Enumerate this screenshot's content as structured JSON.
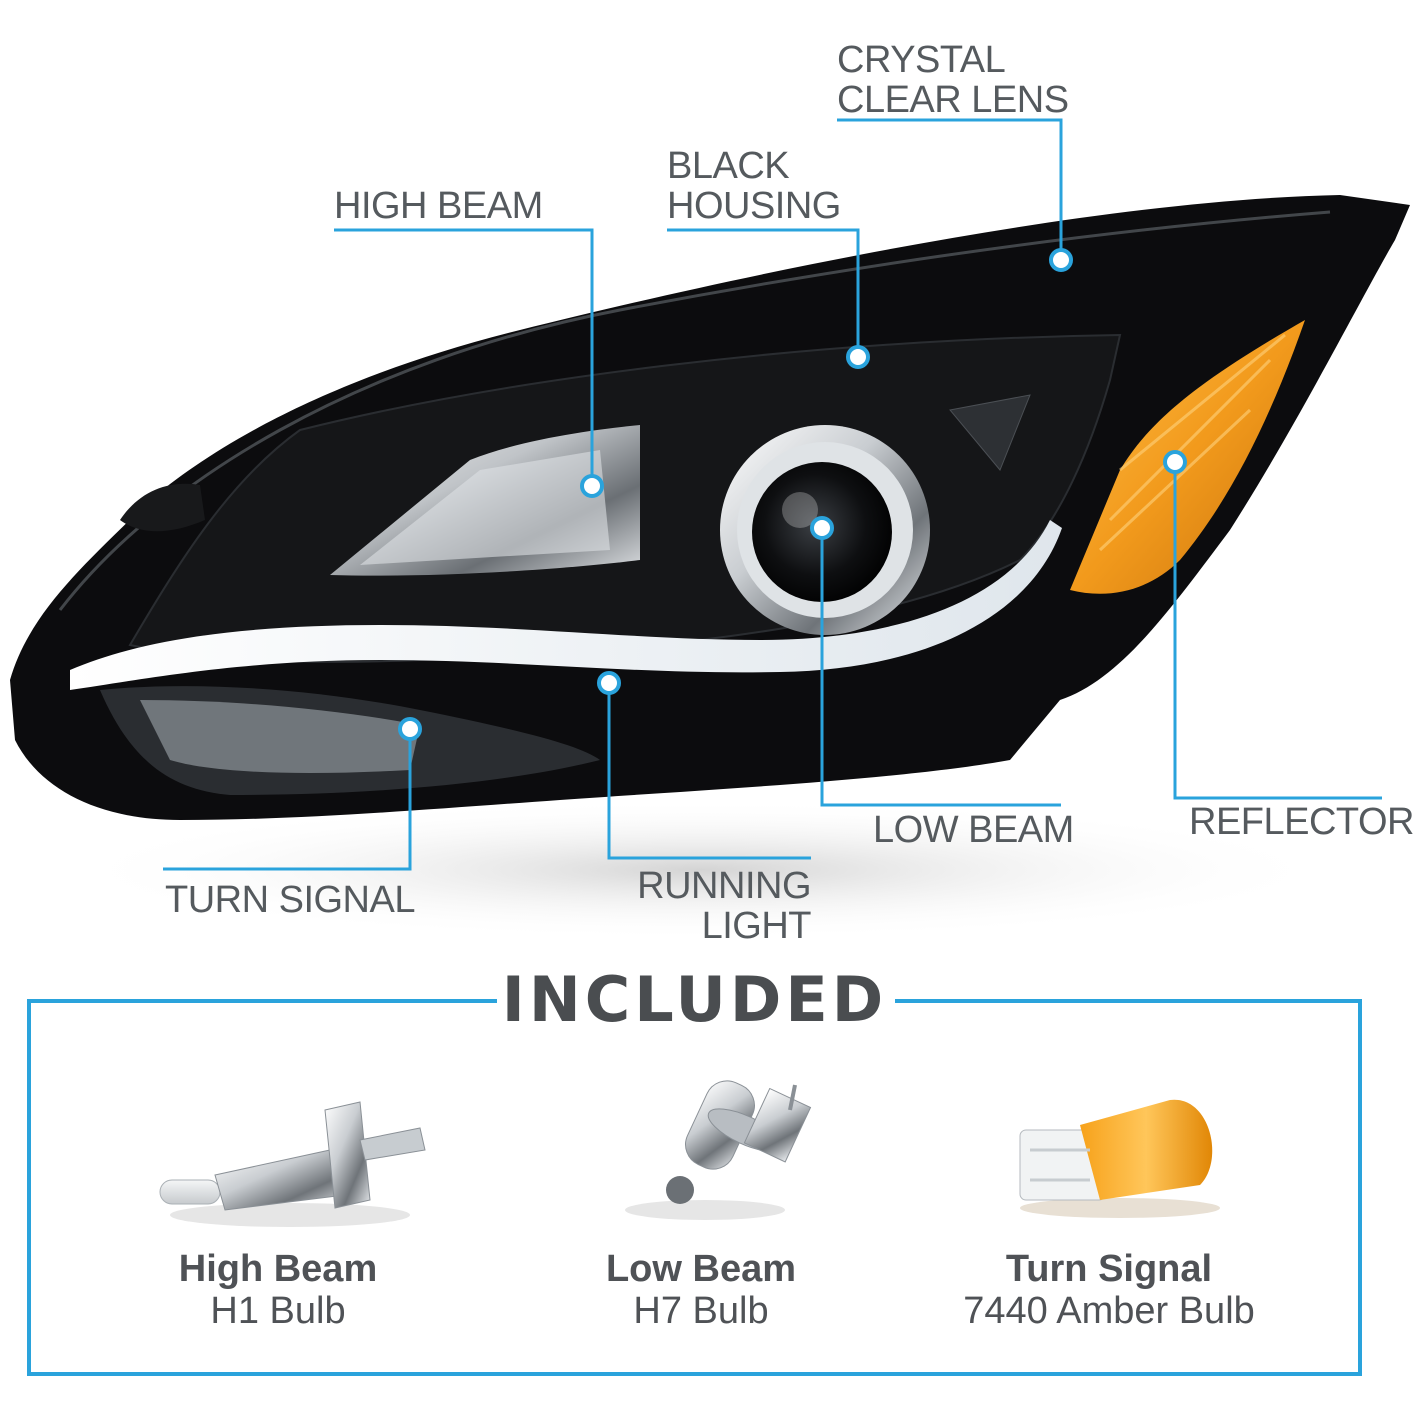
{
  "callouts": {
    "crystal_clear_lens": [
      "CRYSTAL",
      "CLEAR LENS"
    ],
    "black_housing": [
      "BLACK",
      "HOUSING"
    ],
    "high_beam": "HIGH BEAM",
    "low_beam": "LOW BEAM",
    "reflector": "REFLECTOR",
    "turn_signal": "TURN SIGNAL",
    "running_light": [
      "RUNNING",
      "LIGHT"
    ]
  },
  "included": {
    "title": "INCLUDED",
    "items": [
      {
        "title": "High Beam",
        "subtitle": "H1 Bulb"
      },
      {
        "title": "Low Beam",
        "subtitle": "H7 Bulb"
      },
      {
        "title": "Turn Signal",
        "subtitle": "7440 Amber Bulb"
      }
    ]
  },
  "colors": {
    "accent": "#2aa3dc",
    "text": "#555a5e",
    "amber": "#f0a326",
    "housing": "#0c0c0e"
  }
}
